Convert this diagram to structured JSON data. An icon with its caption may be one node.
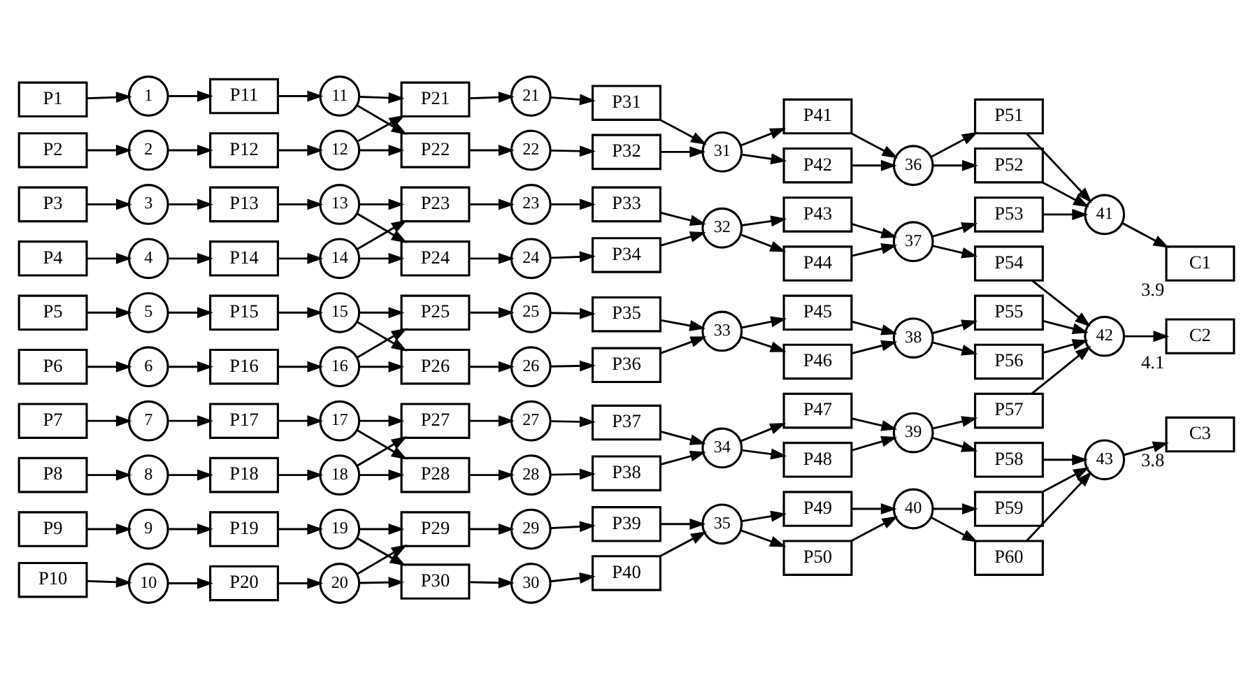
{
  "diagram": {
    "nodes": [
      {
        "text": [
          "P1"
        ]
      },
      {
        "text": [
          "P2"
        ]
      },
      {
        "text": [
          "P3"
        ]
      },
      {
        "text": [
          "P4"
        ]
      },
      {
        "text": [
          "P5"
        ]
      },
      {
        "text": [
          "P6"
        ]
      },
      {
        "text": [
          "P7"
        ]
      },
      {
        "text": [
          "P8"
        ]
      },
      {
        "text": [
          "P9"
        ]
      },
      {
        "text": [
          "P10"
        ]
      },
      {
        "text": [
          "1"
        ]
      },
      {
        "text": [
          "2"
        ]
      },
      {
        "text": [
          "3"
        ]
      },
      {
        "text": [
          "4"
        ]
      },
      {
        "text": [
          "5"
        ]
      },
      {
        "text": [
          "6"
        ]
      },
      {
        "text": [
          "7"
        ]
      },
      {
        "text": [
          "8"
        ]
      },
      {
        "text": [
          "9"
        ]
      },
      {
        "text": [
          "10"
        ]
      },
      {
        "text": [
          "P11"
        ]
      },
      {
        "text": [
          "P12"
        ]
      },
      {
        "text": [
          "P13"
        ]
      },
      {
        "text": [
          "P14"
        ]
      },
      {
        "text": [
          "P15"
        ]
      },
      {
        "text": [
          "P16"
        ]
      },
      {
        "text": [
          "P17"
        ]
      },
      {
        "text": [
          "P18"
        ]
      },
      {
        "text": [
          "P19"
        ]
      },
      {
        "text": [
          "P20"
        ]
      },
      {
        "text": [
          "11"
        ]
      },
      {
        "text": [
          "12"
        ]
      },
      {
        "text": [
          "13"
        ]
      },
      {
        "text": [
          "14"
        ]
      },
      {
        "text": [
          "15"
        ]
      },
      {
        "text": [
          "16"
        ]
      },
      {
        "text": [
          "17"
        ]
      },
      {
        "text": [
          "18"
        ]
      },
      {
        "text": [
          "19"
        ]
      },
      {
        "text": [
          "20"
        ]
      },
      {
        "text": [
          "P21"
        ]
      },
      {
        "text": [
          "P22"
        ]
      },
      {
        "text": [
          "P23"
        ]
      },
      {
        "text": [
          "P24"
        ]
      },
      {
        "text": [
          "P25"
        ]
      },
      {
        "text": [
          "P26"
        ]
      },
      {
        "text": [
          "P27"
        ]
      },
      {
        "text": [
          "P28"
        ]
      },
      {
        "text": [
          "P29"
        ]
      },
      {
        "text": [
          "P30"
        ]
      },
      {
        "text": [
          "21"
        ]
      },
      {
        "text": [
          "22"
        ]
      },
      {
        "text": [
          "23"
        ]
      },
      {
        "text": [
          "24"
        ]
      },
      {
        "text": [
          "25"
        ]
      },
      {
        "text": [
          "26"
        ]
      },
      {
        "text": [
          "27"
        ]
      },
      {
        "text": [
          "28"
        ]
      },
      {
        "text": [
          "29"
        ]
      },
      {
        "text": [
          "30"
        ]
      },
      {
        "text": [
          "P31"
        ]
      },
      {
        "text": [
          "P32"
        ]
      },
      {
        "text": [
          "P33"
        ]
      },
      {
        "text": [
          "P34"
        ]
      },
      {
        "text": [
          "P35"
        ]
      },
      {
        "text": [
          "P36"
        ]
      },
      {
        "text": [
          "P37"
        ]
      },
      {
        "text": [
          "P38"
        ]
      },
      {
        "text": [
          "P39"
        ]
      },
      {
        "text": [
          "P40"
        ]
      },
      {
        "text": [
          "31"
        ]
      },
      {
        "text": [
          "32"
        ]
      },
      {
        "text": [
          "33"
        ]
      },
      {
        "text": [
          "34"
        ]
      },
      {
        "text": [
          "35"
        ]
      },
      {
        "text": [
          "P41"
        ]
      },
      {
        "text": [
          "P42"
        ]
      },
      {
        "text": [
          "P43"
        ]
      },
      {
        "text": [
          "P44"
        ]
      },
      {
        "text": [
          "P45"
        ]
      },
      {
        "text": [
          "P46"
        ]
      },
      {
        "text": [
          "P47"
        ]
      },
      {
        "text": [
          "P48"
        ]
      },
      {
        "text": [
          "P49"
        ]
      },
      {
        "text": [
          "P50"
        ]
      },
      {
        "text": [
          "36"
        ]
      },
      {
        "text": [
          "37"
        ]
      },
      {
        "text": [
          "38"
        ]
      },
      {
        "text": [
          "39"
        ]
      },
      {
        "text": [
          "40"
        ]
      },
      {
        "text": [
          "P51"
        ]
      },
      {
        "text": [
          "P52"
        ]
      },
      {
        "text": [
          "P53"
        ]
      },
      {
        "text": [
          "P54"
        ]
      },
      {
        "text": [
          "P55"
        ]
      },
      {
        "text": [
          "P56"
        ]
      },
      {
        "text": [
          "P57"
        ]
      },
      {
        "text": [
          "P58"
        ]
      },
      {
        "text": [
          "P59"
        ]
      },
      {
        "text": [
          "P60"
        ]
      },
      {
        "text": [
          "41"
        ]
      },
      {
        "text": [
          "42"
        ]
      },
      {
        "text": [
          "43"
        ]
      },
      {
        "text": [
          "C1"
        ],
        "beside": [
          "3.9"
        ]
      },
      {
        "text": [
          "C2"
        ],
        "beside": [
          "4.1"
        ]
      },
      {
        "text": [
          "C3"
        ],
        "beside": [
          "3.8"
        ]
      }
    ],
    "edges": [
      {
        "from": 0,
        "to": 10,
        "arrow": "to"
      },
      {
        "from": 1,
        "to": 11,
        "arrow": "to"
      },
      {
        "from": 2,
        "to": 12,
        "arrow": "to"
      },
      {
        "from": 3,
        "to": 13,
        "arrow": "to"
      },
      {
        "from": 4,
        "to": 14,
        "arrow": "to"
      },
      {
        "from": 5,
        "to": 15,
        "arrow": "to"
      },
      {
        "from": 6,
        "to": 16,
        "arrow": "to"
      },
      {
        "from": 7,
        "to": 17,
        "arrow": "to"
      },
      {
        "from": 8,
        "to": 18,
        "arrow": "to"
      },
      {
        "from": 9,
        "to": 19,
        "arrow": "to"
      },
      {
        "from": 10,
        "to": 20,
        "arrow": "to"
      },
      {
        "from": 11,
        "to": 21,
        "arrow": "to"
      },
      {
        "from": 12,
        "to": 22,
        "arrow": "to"
      },
      {
        "from": 13,
        "to": 23,
        "arrow": "to"
      },
      {
        "from": 14,
        "to": 24,
        "arrow": "to"
      },
      {
        "from": 15,
        "to": 25,
        "arrow": "to"
      },
      {
        "from": 16,
        "to": 26,
        "arrow": "to"
      },
      {
        "from": 17,
        "to": 27,
        "arrow": "to"
      },
      {
        "from": 18,
        "to": 28,
        "arrow": "to"
      },
      {
        "from": 19,
        "to": 29,
        "arrow": "to"
      },
      {
        "from": 20,
        "to": 30,
        "arrow": "to"
      },
      {
        "from": 21,
        "to": 31,
        "arrow": "to"
      },
      {
        "from": 22,
        "to": 32,
        "arrow": "to"
      },
      {
        "from": 23,
        "to": 33,
        "arrow": "to"
      },
      {
        "from": 24,
        "to": 34,
        "arrow": "to"
      },
      {
        "from": 25,
        "to": 35,
        "arrow": "to"
      },
      {
        "from": 26,
        "to": 36,
        "arrow": "to"
      },
      {
        "from": 27,
        "to": 37,
        "arrow": "to"
      },
      {
        "from": 28,
        "to": 38,
        "arrow": "to"
      },
      {
        "from": 29,
        "to": 39,
        "arrow": "to"
      },
      {
        "from": 30,
        "to": 40,
        "arrow": "to"
      },
      {
        "from": 30,
        "to": 41,
        "arrow": "to"
      },
      {
        "from": 31,
        "to": 40,
        "arrow": "to"
      },
      {
        "from": 31,
        "to": 41,
        "arrow": "to"
      },
      {
        "from": 32,
        "to": 42,
        "arrow": "to"
      },
      {
        "from": 32,
        "to": 43,
        "arrow": "to"
      },
      {
        "from": 33,
        "to": 42,
        "arrow": "to"
      },
      {
        "from": 33,
        "to": 43,
        "arrow": "to"
      },
      {
        "from": 34,
        "to": 44,
        "arrow": "to"
      },
      {
        "from": 34,
        "to": 45,
        "arrow": "to"
      },
      {
        "from": 35,
        "to": 44,
        "arrow": "to"
      },
      {
        "from": 35,
        "to": 45,
        "arrow": "to"
      },
      {
        "from": 36,
        "to": 46,
        "arrow": "to"
      },
      {
        "from": 36,
        "to": 47,
        "arrow": "to"
      },
      {
        "from": 37,
        "to": 46,
        "arrow": "to"
      },
      {
        "from": 37,
        "to": 47,
        "arrow": "to"
      },
      {
        "from": 38,
        "to": 48,
        "arrow": "to"
      },
      {
        "from": 38,
        "to": 49,
        "arrow": "to"
      },
      {
        "from": 39,
        "to": 48,
        "arrow": "to"
      },
      {
        "from": 39,
        "to": 49,
        "arrow": "to"
      },
      {
        "from": 40,
        "to": 50,
        "arrow": "to"
      },
      {
        "from": 41,
        "to": 51,
        "arrow": "to"
      },
      {
        "from": 42,
        "to": 52,
        "arrow": "to"
      },
      {
        "from": 43,
        "to": 53,
        "arrow": "to"
      },
      {
        "from": 44,
        "to": 54,
        "arrow": "to"
      },
      {
        "from": 45,
        "to": 55,
        "arrow": "to"
      },
      {
        "from": 46,
        "to": 56,
        "arrow": "to"
      },
      {
        "from": 47,
        "to": 57,
        "arrow": "to"
      },
      {
        "from": 48,
        "to": 58,
        "arrow": "to"
      },
      {
        "from": 49,
        "to": 59,
        "arrow": "to"
      },
      {
        "from": 50,
        "to": 60,
        "arrow": "to"
      },
      {
        "from": 51,
        "to": 61,
        "arrow": "to"
      },
      {
        "from": 52,
        "to": 62,
        "arrow": "to"
      },
      {
        "from": 53,
        "to": 63,
        "arrow": "to"
      },
      {
        "from": 54,
        "to": 64,
        "arrow": "to"
      },
      {
        "from": 55,
        "to": 65,
        "arrow": "to"
      },
      {
        "from": 56,
        "to": 66,
        "arrow": "to"
      },
      {
        "from": 57,
        "to": 67,
        "arrow": "to"
      },
      {
        "from": 58,
        "to": 68,
        "arrow": "to"
      },
      {
        "from": 59,
        "to": 69,
        "arrow": "to"
      },
      {
        "from": 60,
        "to": 70,
        "arrow": "to"
      },
      {
        "from": 61,
        "to": 70,
        "arrow": "to"
      },
      {
        "from": 62,
        "to": 71,
        "arrow": "to"
      },
      {
        "from": 63,
        "to": 71,
        "arrow": "to"
      },
      {
        "from": 64,
        "to": 72,
        "arrow": "to"
      },
      {
        "from": 65,
        "to": 72,
        "arrow": "to"
      },
      {
        "from": 66,
        "to": 73,
        "arrow": "to"
      },
      {
        "from": 67,
        "to": 73,
        "arrow": "to"
      },
      {
        "from": 68,
        "to": 74,
        "arrow": "to"
      },
      {
        "from": 69,
        "to": 74,
        "arrow": "to"
      },
      {
        "from": 70,
        "to": 75,
        "arrow": "to"
      },
      {
        "from": 70,
        "to": 76,
        "arrow": "to"
      },
      {
        "from": 71,
        "to": 77,
        "arrow": "to"
      },
      {
        "from": 71,
        "to": 78,
        "arrow": "to"
      },
      {
        "from": 72,
        "to": 79,
        "arrow": "to"
      },
      {
        "from": 72,
        "to": 80,
        "arrow": "to"
      },
      {
        "from": 73,
        "to": 81,
        "arrow": "to"
      },
      {
        "from": 73,
        "to": 82,
        "arrow": "to"
      },
      {
        "from": 74,
        "to": 83,
        "arrow": "to"
      },
      {
        "from": 74,
        "to": 84,
        "arrow": "to"
      },
      {
        "from": 75,
        "to": 85,
        "arrow": "to"
      },
      {
        "from": 76,
        "to": 85,
        "arrow": "to"
      },
      {
        "from": 77,
        "to": 86,
        "arrow": "to"
      },
      {
        "from": 78,
        "to": 86,
        "arrow": "to"
      },
      {
        "from": 79,
        "to": 87,
        "arrow": "to"
      },
      {
        "from": 80,
        "to": 87,
        "arrow": "to"
      },
      {
        "from": 81,
        "to": 88,
        "arrow": "to"
      },
      {
        "from": 82,
        "to": 88,
        "arrow": "to"
      },
      {
        "from": 83,
        "to": 89,
        "arrow": "to"
      },
      {
        "from": 84,
        "to": 89,
        "arrow": "to"
      },
      {
        "from": 85,
        "to": 90,
        "arrow": "to"
      },
      {
        "from": 85,
        "to": 91,
        "arrow": "to"
      },
      {
        "from": 86,
        "to": 92,
        "arrow": "to"
      },
      {
        "from": 86,
        "to": 93,
        "arrow": "to"
      },
      {
        "from": 87,
        "to": 94,
        "arrow": "to"
      },
      {
        "from": 87,
        "to": 95,
        "arrow": "to"
      },
      {
        "from": 88,
        "to": 96,
        "arrow": "to"
      },
      {
        "from": 88,
        "to": 97,
        "arrow": "to"
      },
      {
        "from": 89,
        "to": 98,
        "arrow": "to"
      },
      {
        "from": 89,
        "to": 99,
        "arrow": "to"
      },
      {
        "from": 90,
        "to": 100,
        "arrow": "to"
      },
      {
        "from": 91,
        "to": 100,
        "arrow": "to"
      },
      {
        "from": 92,
        "to": 100,
        "arrow": "to"
      },
      {
        "from": 93,
        "to": 101,
        "arrow": "to"
      },
      {
        "from": 94,
        "to": 101,
        "arrow": "to"
      },
      {
        "from": 95,
        "to": 101,
        "arrow": "to"
      },
      {
        "from": 96,
        "to": 101,
        "arrow": "to"
      },
      {
        "from": 97,
        "to": 102,
        "arrow": "to"
      },
      {
        "from": 98,
        "to": 102,
        "arrow": "to"
      },
      {
        "from": 99,
        "to": 102,
        "arrow": "to"
      },
      {
        "from": 100,
        "to": 103,
        "arrow": "to"
      },
      {
        "from": 101,
        "to": 104,
        "arrow": "to"
      },
      {
        "from": 102,
        "to": 105,
        "arrow": "to"
      }
    ]
  }
}
